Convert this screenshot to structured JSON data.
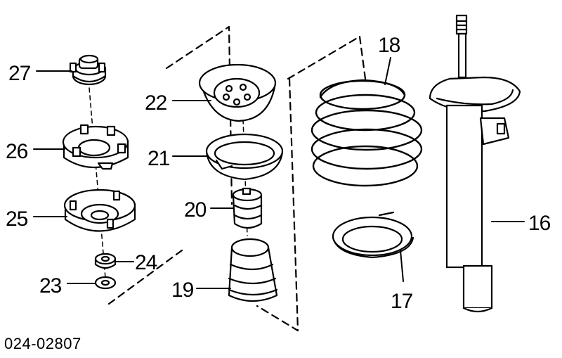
{
  "diagram": {
    "callouts": {
      "p16": "16",
      "p17": "17",
      "p18": "18",
      "p19": "19",
      "p20": "20",
      "p21": "21",
      "p22": "22",
      "p23": "23",
      "p24": "24",
      "p25": "25",
      "p26": "26",
      "p27": "27"
    },
    "drawing_code": "024-02807"
  }
}
